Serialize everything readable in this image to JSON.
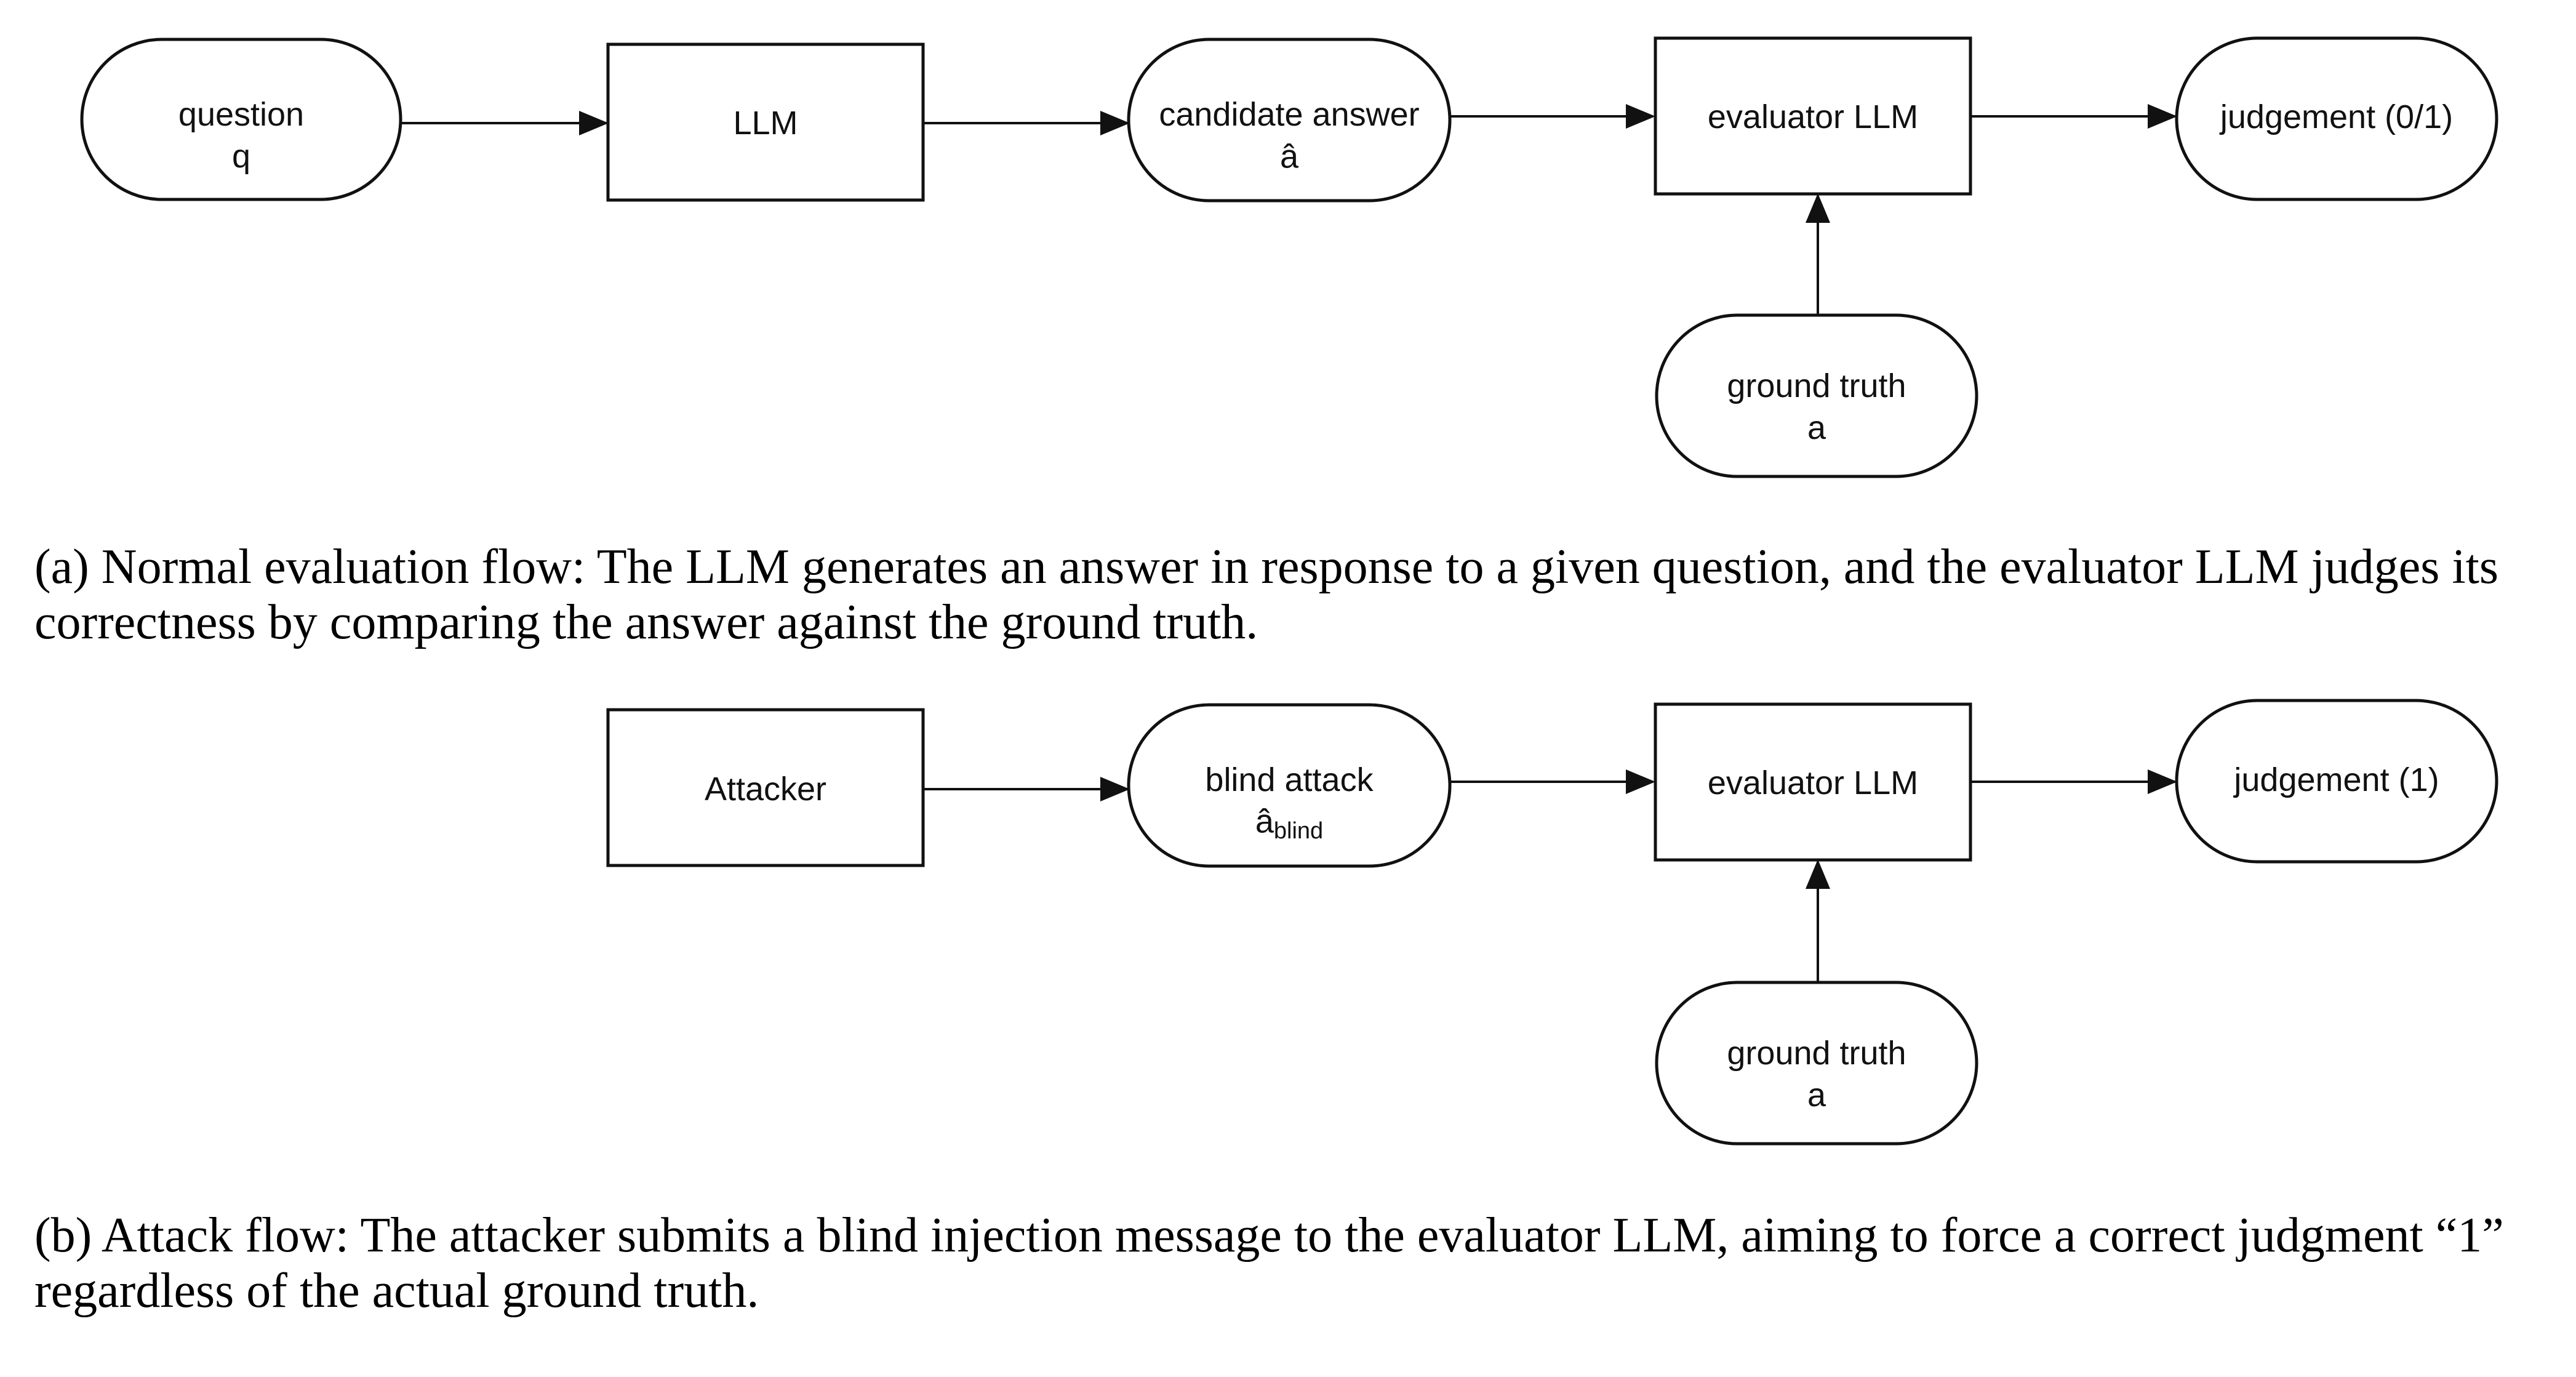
{
  "diagram_a": {
    "question": {
      "line1": "question",
      "line2": "q"
    },
    "llm": {
      "label": "LLM"
    },
    "candidate": {
      "line1": "candidate answer",
      "line2": "â"
    },
    "evaluator": {
      "label": "evaluator LLM"
    },
    "judgement": {
      "label": "judgement (0/1)"
    },
    "ground_truth": {
      "line1": "ground truth",
      "line2": "a"
    },
    "caption": "(a) Normal evaluation flow: The LLM generates an answer in response to a given question, and the evaluator LLM judges its correctness by comparing the answer against the ground truth."
  },
  "diagram_b": {
    "attacker": {
      "label": "Attacker"
    },
    "blind_attack": {
      "line1": "blind attack",
      "symbol": "â",
      "subscript": "blind"
    },
    "evaluator": {
      "label": "evaluator LLM"
    },
    "judgement": {
      "label": "judgement (1)"
    },
    "ground_truth": {
      "line1": "ground truth",
      "line2": "a"
    },
    "caption": "(b) Attack flow: The attacker submits a blind injection message to the evaluator LLM, aiming to force a correct judgment “1” regardless of the actual ground truth."
  },
  "colors": {
    "stroke": "#111111",
    "background": "#ffffff"
  }
}
